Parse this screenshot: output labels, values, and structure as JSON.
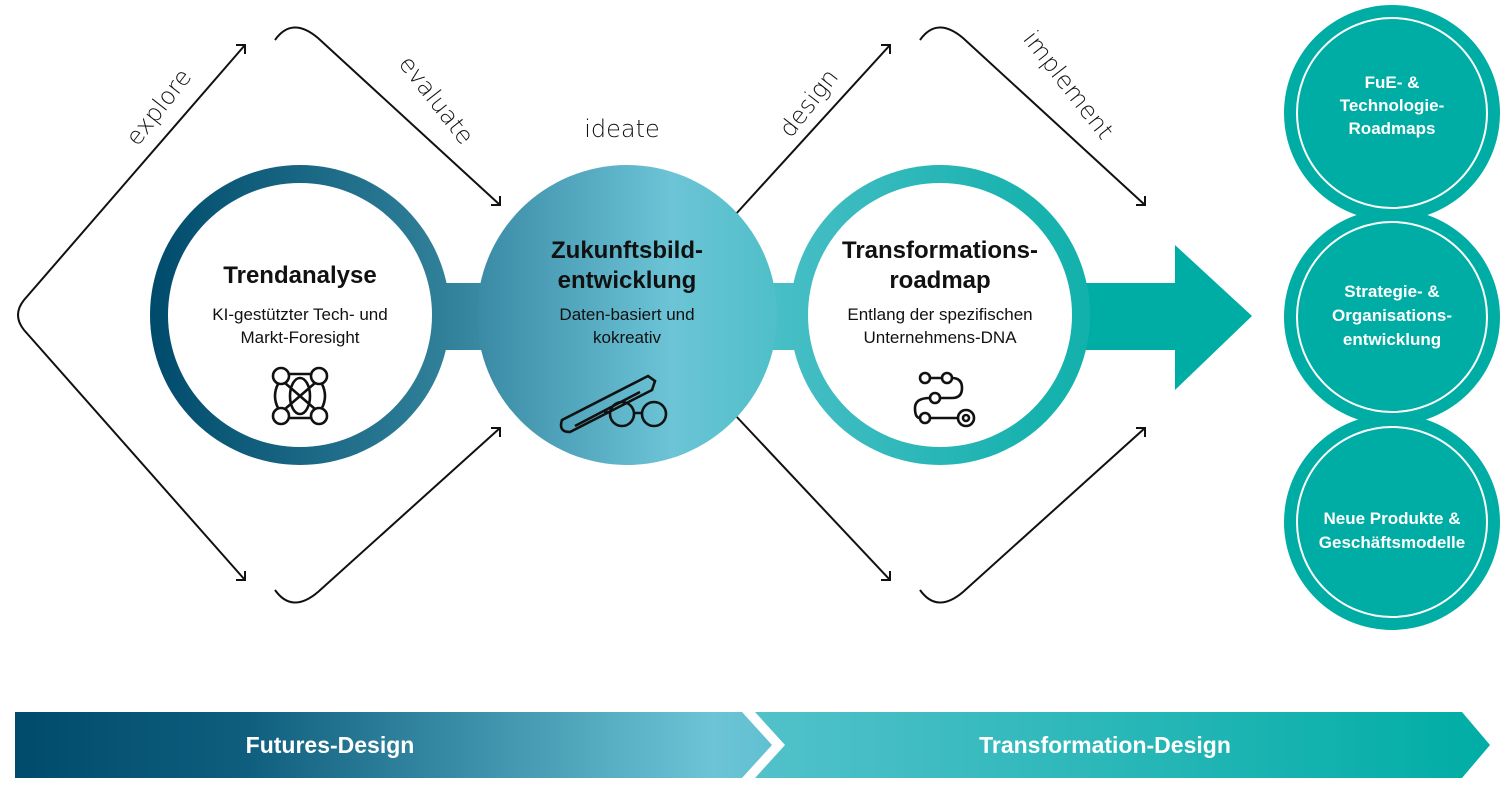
{
  "flow_labels": {
    "explore": "explore",
    "evaluate": "evaluate",
    "ideate": "ideate",
    "design": "design",
    "implement": "implement"
  },
  "stages": [
    {
      "title_lines": [
        "Trendanalyse"
      ],
      "desc_lines": [
        "KI-gestützter Tech- und",
        "Markt-Foresight"
      ],
      "icon": "network-nodes-icon"
    },
    {
      "title_lines": [
        "Zukunftsbild-",
        "entwicklung"
      ],
      "desc_lines": [
        "Daten-basiert und",
        "kokreativ"
      ],
      "icon": "pencil-glasses-icon"
    },
    {
      "title_lines": [
        "Transformations-",
        "roadmap"
      ],
      "desc_lines": [
        "Entlang der spezifischen",
        "Unternehmens-DNA"
      ],
      "icon": "roadmap-path-icon"
    }
  ],
  "outcomes": [
    {
      "lines": [
        "FuE- &",
        "Technologie-",
        "Roadmaps"
      ]
    },
    {
      "lines": [
        "Strategie- &",
        "Organisations-",
        "entwicklung"
      ]
    },
    {
      "lines": [
        "Neue Produkte &",
        "Geschäftsmodelle"
      ]
    }
  ],
  "phases": [
    {
      "label": "Futures-Design"
    },
    {
      "label": "Transformation-Design"
    }
  ],
  "colors": {
    "dark_blue": "#004b6c",
    "light_blue": "#6cc4d6",
    "teal": "#00ada5"
  }
}
